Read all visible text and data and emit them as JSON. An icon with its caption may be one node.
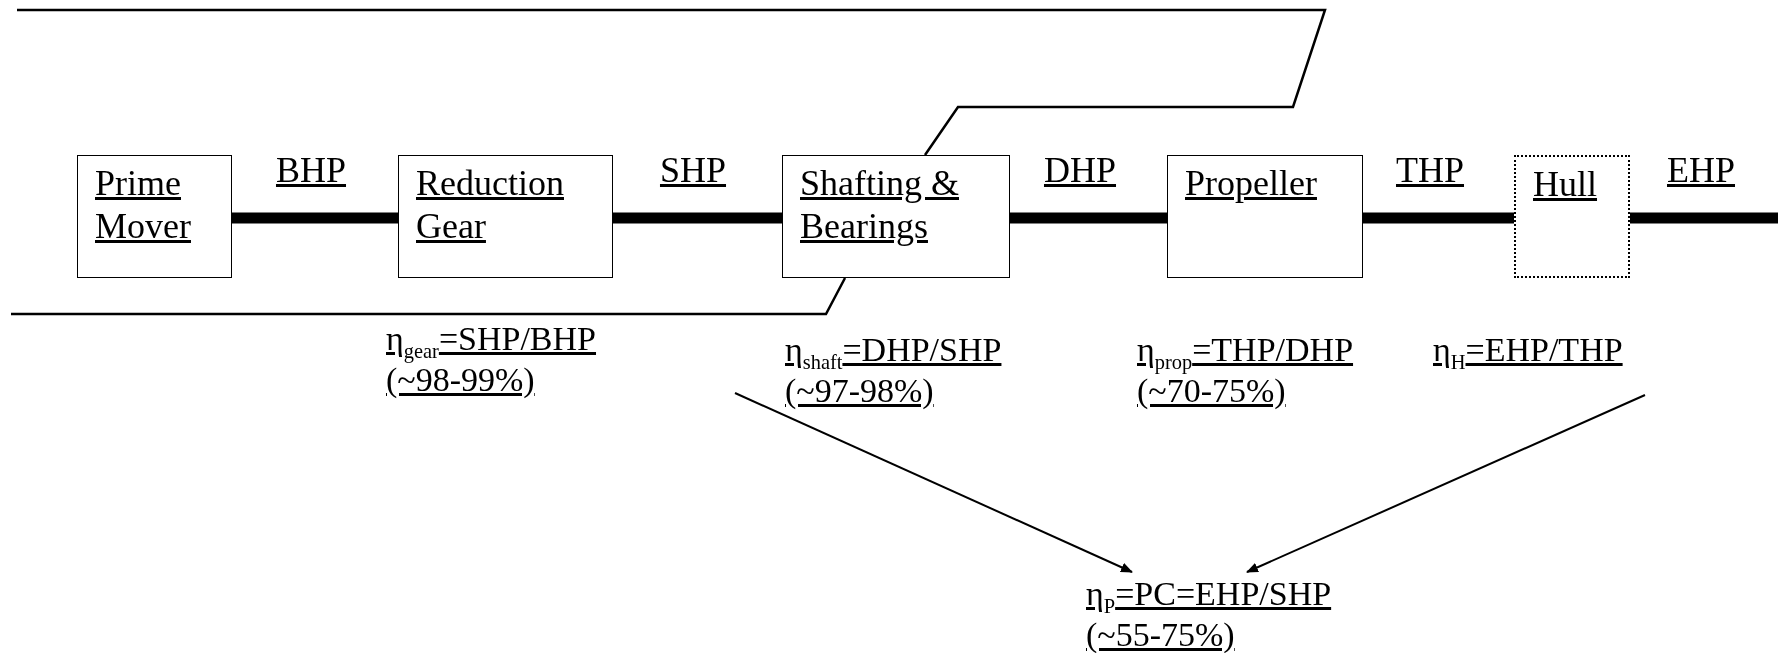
{
  "diagram": {
    "nodes": [
      {
        "text": [
          "Prime Mover"
        ]
      },
      {
        "text": [
          "Reduction Gear"
        ]
      },
      {
        "text": [
          "Shafting & Bearings"
        ]
      },
      {
        "text": [
          "Propeller"
        ]
      },
      {
        "text": [
          "Hull"
        ]
      },
      {
        "text": [
          "η$_{P}$=PC=EHP/SHP (~55-75%)"
        ]
      }
    ],
    "edges": [
      {
        "from": 0,
        "to": 1,
        "arrow": "none",
        "label": "BHP"
      },
      {
        "from": 1,
        "to": 2,
        "arrow": "none",
        "label": "SHP"
      },
      {
        "from": 2,
        "to": 3,
        "arrow": "none",
        "label": "DHP"
      },
      {
        "from": 3,
        "to": 4,
        "arrow": "none",
        "label": "THP"
      },
      {
        "from": 4,
        "to": null,
        "arrow": "none",
        "label": "EHP"
      },
      {
        "from": null,
        "to": 5,
        "arrow": "to"
      },
      {
        "from": null,
        "to": 5,
        "arrow": "to"
      }
    ],
    "labels": [
      "η$_{gear}$=SHP/BHP (~98-99%)",
      "η$_{shaft}$=DHP/SHP (~97-98%)",
      "η$_{prop}$=THP/DHP (~70-75%)",
      "η$_{H}$=EHP/THP"
    ]
  }
}
